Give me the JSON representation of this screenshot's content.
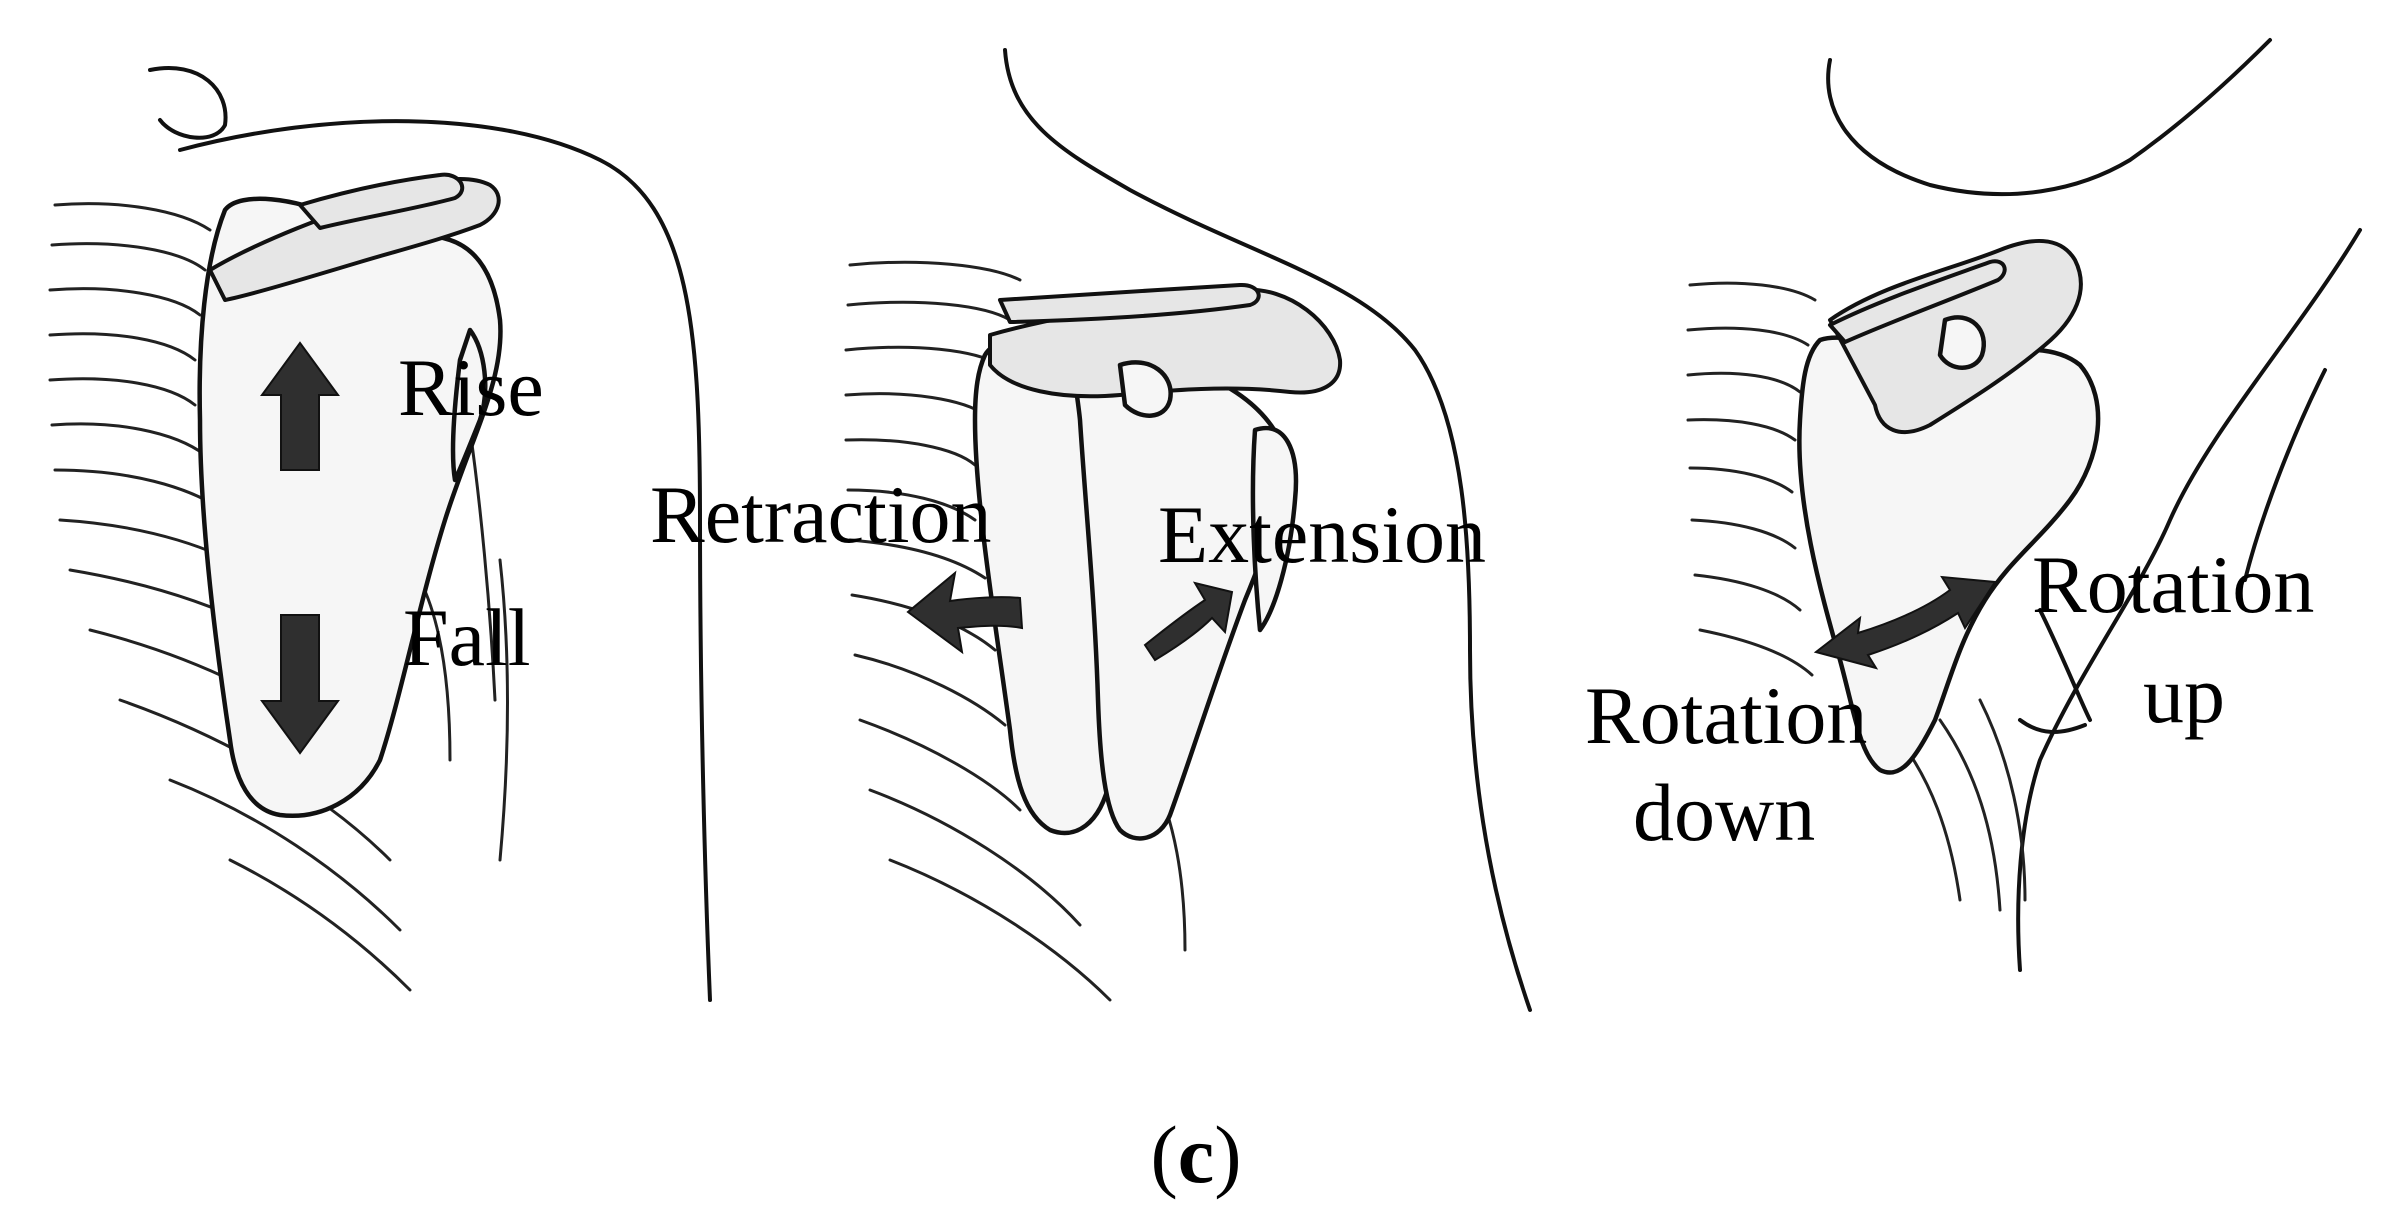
{
  "panels": [
    {
      "labels": [
        "Rise",
        "Fall"
      ]
    },
    {
      "labels": [
        "Retraction",
        "Extension"
      ]
    },
    {
      "labels": [
        "Rotation",
        "up",
        "Rotation",
        "down"
      ]
    }
  ],
  "caption": {
    "open": "(",
    "letter": "c",
    "close": ")"
  },
  "colors": {
    "ink": "#111111",
    "arrow": "#2f2f2f",
    "bone": "#f6f6f6"
  }
}
